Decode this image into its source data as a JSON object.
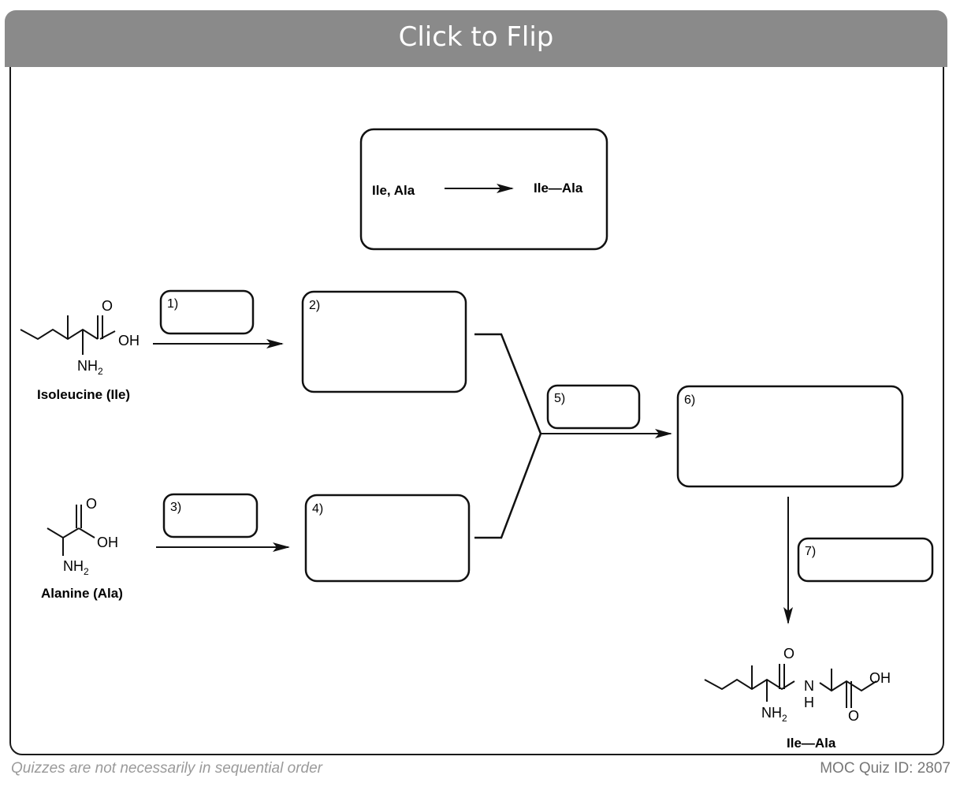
{
  "header": {
    "flip_label": "Click to Flip"
  },
  "summary": {
    "reactants": "Ile, Ala",
    "product": "Ile—Ala"
  },
  "molecules": {
    "isoleucine": {
      "name": "Isoleucine (Ile)",
      "oh": "OH",
      "o": "O",
      "nh2": "NH",
      "sub2": "2"
    },
    "alanine": {
      "name": "Alanine (Ala)",
      "oh": "OH",
      "o": "O",
      "nh2": "NH",
      "sub2": "2"
    },
    "dipeptide": {
      "name": "Ile—Ala",
      "oh": "OH",
      "o": "O",
      "n": "N",
      "h": "H",
      "nh2": "NH",
      "sub2": "2"
    }
  },
  "steps": {
    "s1": "1)",
    "s2": "2)",
    "s3": "3)",
    "s4": "4)",
    "s5": "5)",
    "s6": "6)",
    "s7": "7)"
  },
  "footer": {
    "note": "Quizzes are not necessarily in sequential order",
    "quiz_id": "MOC Quiz ID: 2807"
  }
}
